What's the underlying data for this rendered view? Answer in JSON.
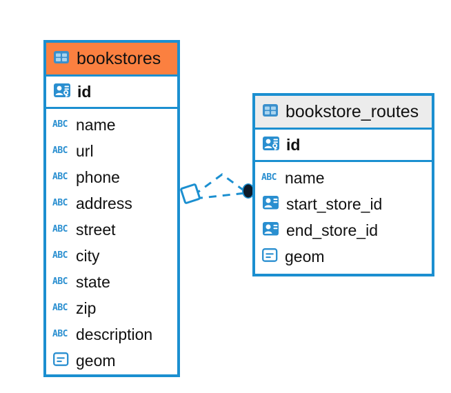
{
  "diagram": {
    "type": "entity-relationship-diagram",
    "background_color": "#ffffff",
    "accent_color": "#1b8fd0",
    "selected_color": "#fb8040",
    "header_color": "#ececec",
    "connector_color": "#1b8fd0",
    "connector_endpoint_color": "#0d1b2a"
  },
  "entities": [
    {
      "name": "bookstores",
      "icon": "table-icon",
      "selected": true,
      "primary_keys": [
        {
          "name": "id",
          "icon": "primary-key-icon",
          "type": "pk"
        }
      ],
      "fields": [
        {
          "name": "name",
          "icon": "text-type-icon",
          "type": "text"
        },
        {
          "name": "url",
          "icon": "text-type-icon",
          "type": "text"
        },
        {
          "name": "phone",
          "icon": "text-type-icon",
          "type": "text"
        },
        {
          "name": "address",
          "icon": "text-type-icon",
          "type": "text"
        },
        {
          "name": "street",
          "icon": "text-type-icon",
          "type": "text"
        },
        {
          "name": "city",
          "icon": "text-type-icon",
          "type": "text"
        },
        {
          "name": "state",
          "icon": "text-type-icon",
          "type": "text"
        },
        {
          "name": "zip",
          "icon": "text-type-icon",
          "type": "text"
        },
        {
          "name": "description",
          "icon": "text-type-icon",
          "type": "text"
        },
        {
          "name": "geom",
          "icon": "geometry-type-icon",
          "type": "geometry"
        }
      ]
    },
    {
      "name": "bookstore_routes",
      "icon": "table-icon",
      "selected": false,
      "primary_keys": [
        {
          "name": "id",
          "icon": "primary-key-icon",
          "type": "pk"
        }
      ],
      "fields": [
        {
          "name": "name",
          "icon": "text-type-icon",
          "type": "text"
        },
        {
          "name": "start_store_id",
          "icon": "foreign-key-icon",
          "type": "fk"
        },
        {
          "name": "end_store_id",
          "icon": "foreign-key-icon",
          "type": "fk"
        },
        {
          "name": "geom",
          "icon": "geometry-type-icon",
          "type": "geometry"
        }
      ]
    }
  ],
  "relationships": [
    {
      "from_entity": "bookstores",
      "to_entity": "bookstore_routes",
      "from_field": "id",
      "to_field": "start_store_id",
      "style": "dashed",
      "source_marker": "diamond-marker",
      "target_marker": "filled-circle-marker"
    },
    {
      "from_entity": "bookstores",
      "to_entity": "bookstore_routes",
      "from_field": "id",
      "to_field": "end_store_id",
      "style": "dashed",
      "source_marker": "diamond-marker",
      "target_marker": "filled-circle-marker"
    }
  ]
}
